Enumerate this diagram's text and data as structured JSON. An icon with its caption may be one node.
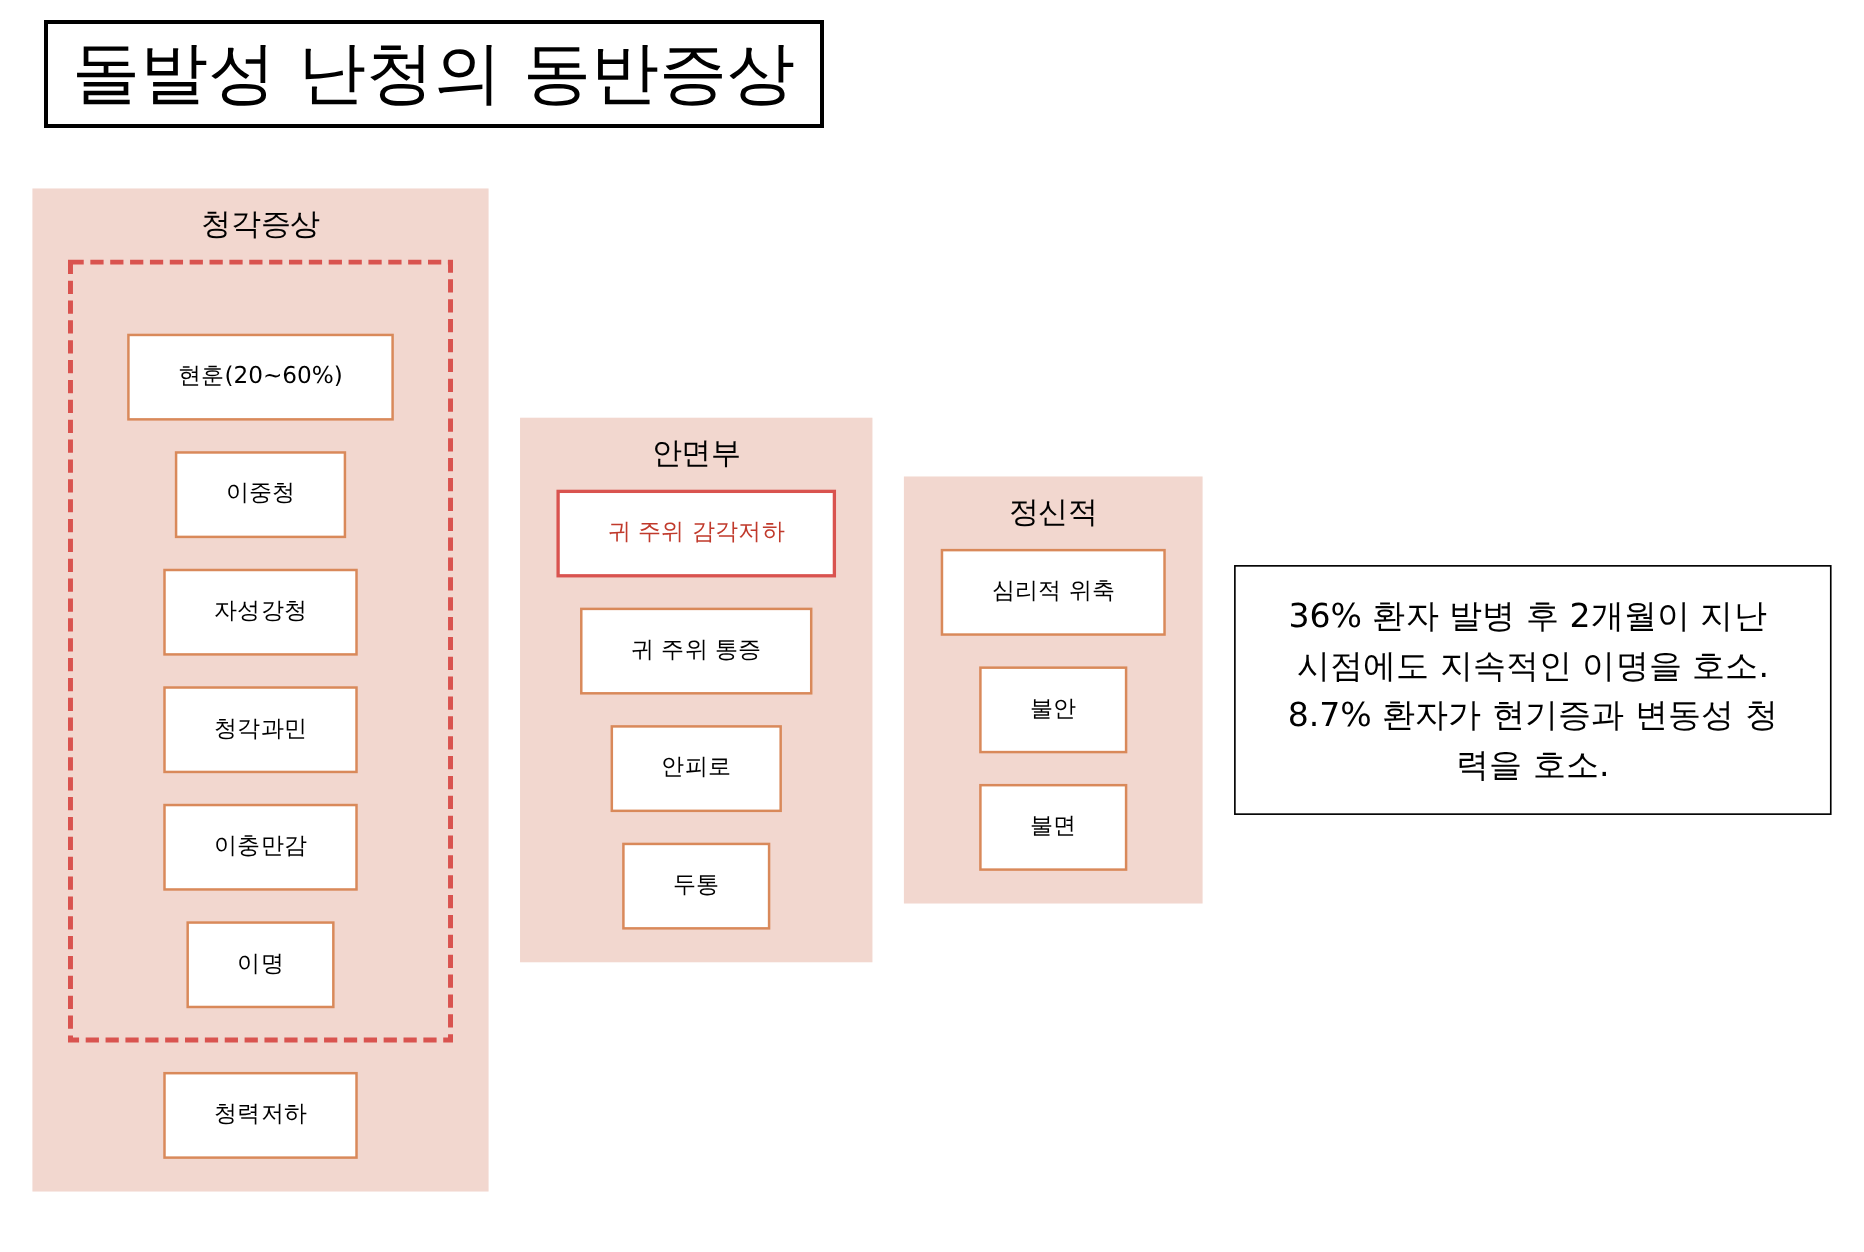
{
  "diagram": {
    "title": "돌발성 난청의 동반증상",
    "nodes": [
      {
        "text": [
          "청각증상"
        ]
      },
      {
        "text": [
          "청력저하"
        ],
        "in": 0
      },
      {
        "text": [],
        "shape": "box",
        "in": 0
      },
      {
        "text": [
          "이명"
        ],
        "in": 2
      },
      {
        "text": [
          "이충만감"
        ],
        "in": 2
      },
      {
        "text": [
          "청각과민"
        ],
        "in": 2
      },
      {
        "text": [
          "자성강청"
        ],
        "in": 2
      },
      {
        "text": [
          "이중청"
        ],
        "in": 2
      },
      {
        "text": [
          "현훈(20~60%)"
        ],
        "in": 2
      },
      {
        "text": [
          "안면부"
        ]
      },
      {
        "text": [
          "두통"
        ],
        "in": 9
      },
      {
        "text": [
          "안피로"
        ],
        "in": 9
      },
      {
        "text": [
          "귀 주위 통증"
        ],
        "in": 9
      },
      {
        "text": [
          "귀 주위 감각저하"
        ],
        "in": 9
      },
      {
        "text": [
          "정신적"
        ]
      },
      {
        "text": [
          "불면"
        ],
        "in": 14
      },
      {
        "text": [
          "불안"
        ],
        "in": 14
      },
      {
        "text": [
          "심리적 위축"
        ],
        "in": 14
      },
      {
        "text": [
          "36% 환자 발병 후 2개월이 지난 시점에도 지속적인 이명을 호소.",
          "8.7% 환자가 현기증과 변동성 청력을 호소."
        ]
      }
    ],
    "edges": []
  }
}
